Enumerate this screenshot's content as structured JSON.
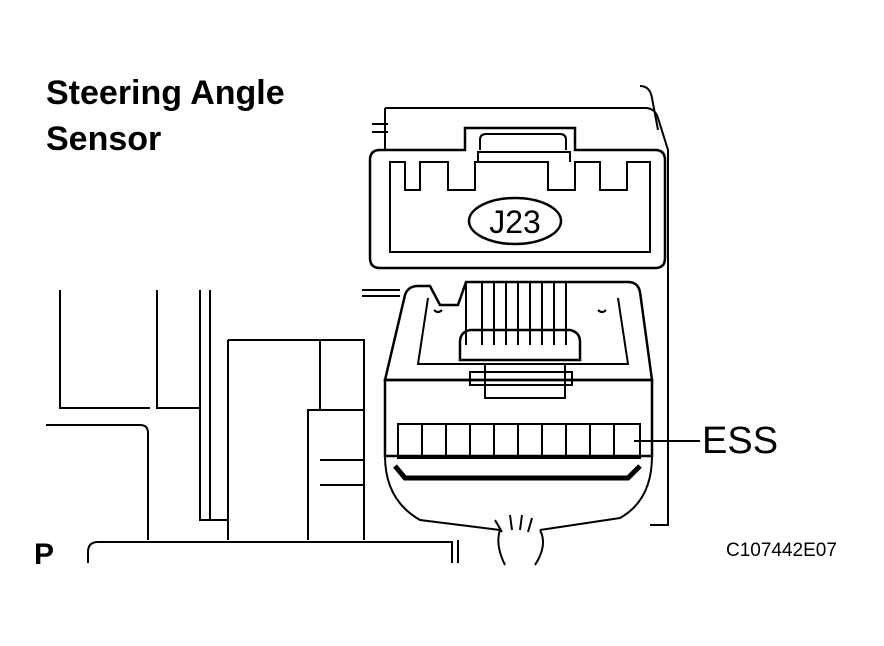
{
  "title": {
    "line1": "Steering Angle",
    "line2": "Sensor"
  },
  "connector_id": "J23",
  "terminal_label": "ESS",
  "view_label": "P",
  "figure_code": "C107442E07"
}
